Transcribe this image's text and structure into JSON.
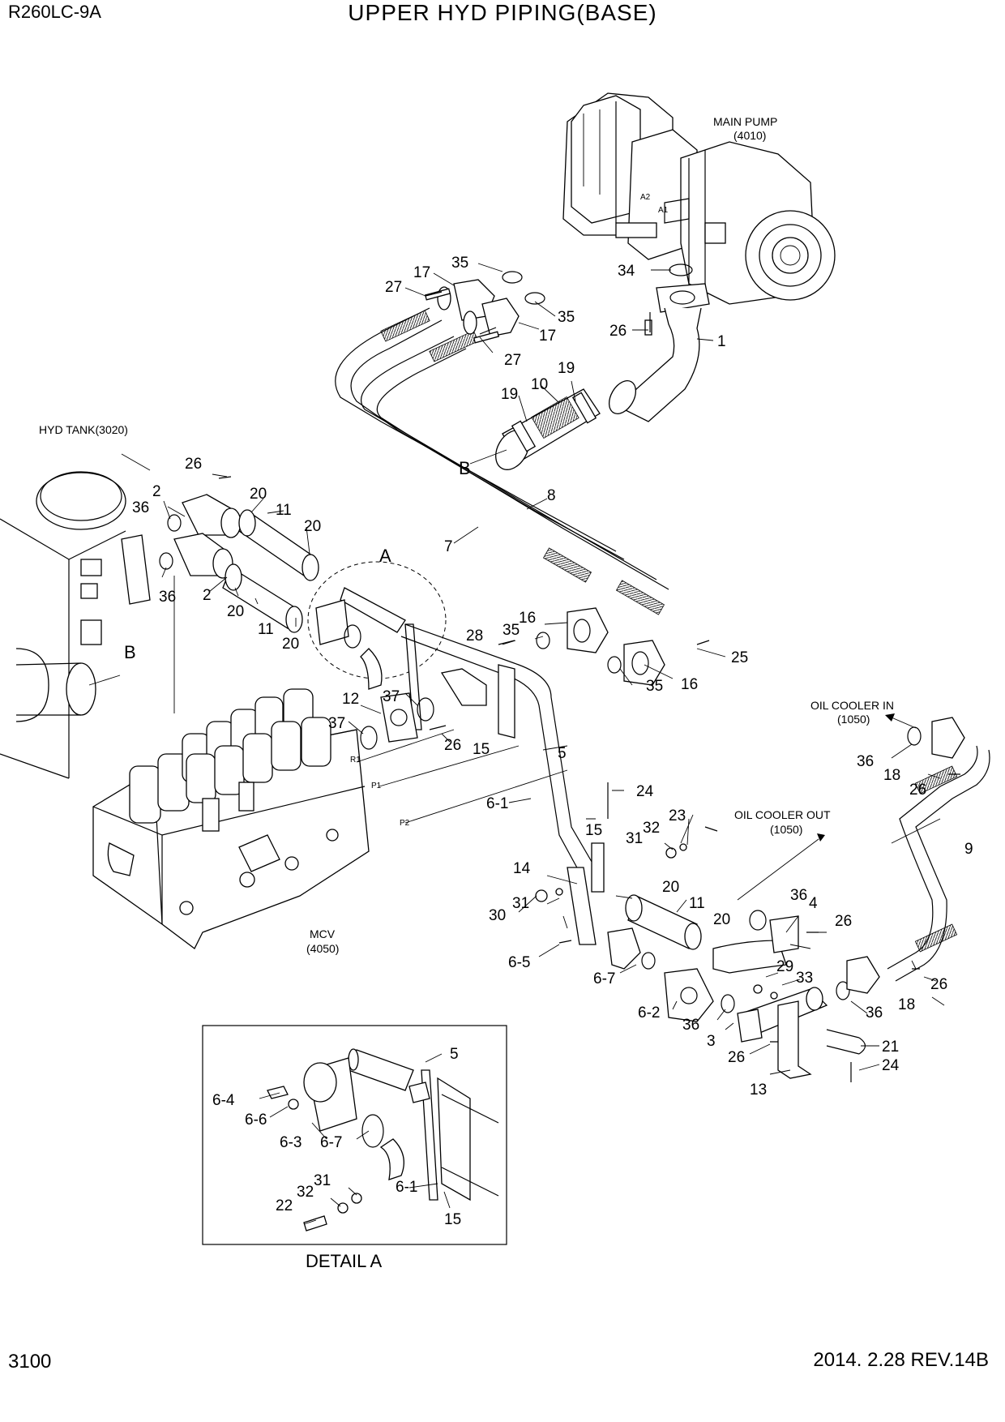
{
  "header": {
    "model": "R260LC-9A",
    "title": "UPPER HYD PIPING(BASE)"
  },
  "footer": {
    "page_number": "3100",
    "date_rev": "2014. 2.28  REV.14B"
  },
  "components": {
    "main_pump": "MAIN PUMP",
    "main_pump_ref": "(4010)",
    "hyd_tank": "HYD TANK(3020)",
    "mcv": "MCV",
    "mcv_ref": "(4050)",
    "oil_cooler_in": "OIL COOLER IN",
    "oil_cooler_in_ref": "(1050)",
    "oil_cooler_out": "OIL COOLER OUT",
    "oil_cooler_out_ref": "(1050)",
    "port_a2": "A2",
    "port_a1": "A1",
    "port_r1": "R1",
    "port_p1": "P1",
    "port_p2": "P2",
    "detail_a_label": "DETAIL A",
    "detail_marker": "A"
  },
  "callouts": [
    {
      "id": "c-35a",
      "text": "35"
    },
    {
      "id": "c-17a",
      "text": "17"
    },
    {
      "id": "c-27a",
      "text": "27"
    },
    {
      "id": "c-35b",
      "text": "35"
    },
    {
      "id": "c-17b",
      "text": "17"
    },
    {
      "id": "c-27b",
      "text": "27"
    },
    {
      "id": "c-34",
      "text": "34"
    },
    {
      "id": "c-26a",
      "text": "26"
    },
    {
      "id": "c-1",
      "text": "1"
    },
    {
      "id": "c-19a",
      "text": "19"
    },
    {
      "id": "c-10",
      "text": "10"
    },
    {
      "id": "c-19b",
      "text": "19"
    },
    {
      "id": "c-B1",
      "text": "B"
    },
    {
      "id": "c-8",
      "text": "8"
    },
    {
      "id": "c-7",
      "text": "7"
    },
    {
      "id": "c-26b",
      "text": "26"
    },
    {
      "id": "c-2a",
      "text": "2"
    },
    {
      "id": "c-36a",
      "text": "36"
    },
    {
      "id": "c-20a",
      "text": "20"
    },
    {
      "id": "c-11a",
      "text": "11"
    },
    {
      "id": "c-20b",
      "text": "20"
    },
    {
      "id": "c-36b",
      "text": "36"
    },
    {
      "id": "c-2b",
      "text": "2"
    },
    {
      "id": "c-20c",
      "text": "20"
    },
    {
      "id": "c-11b",
      "text": "11"
    },
    {
      "id": "c-20d",
      "text": "20"
    },
    {
      "id": "c-B2",
      "text": "B"
    },
    {
      "id": "c-16a",
      "text": "16"
    },
    {
      "id": "c-28",
      "text": "28"
    },
    {
      "id": "c-35c",
      "text": "35"
    },
    {
      "id": "c-25",
      "text": "25"
    },
    {
      "id": "c-35d",
      "text": "35"
    },
    {
      "id": "c-16b",
      "text": "16"
    },
    {
      "id": "c-12",
      "text": "12"
    },
    {
      "id": "c-37a",
      "text": "37"
    },
    {
      "id": "c-37b",
      "text": "37"
    },
    {
      "id": "c-26c",
      "text": "26"
    },
    {
      "id": "c-15a",
      "text": "15"
    },
    {
      "id": "c-5",
      "text": "5"
    },
    {
      "id": "c-6-1",
      "text": "6-1"
    },
    {
      "id": "c-24a",
      "text": "24"
    },
    {
      "id": "c-23",
      "text": "23"
    },
    {
      "id": "c-32a",
      "text": "32"
    },
    {
      "id": "c-31a",
      "text": "31"
    },
    {
      "id": "c-15b",
      "text": "15"
    },
    {
      "id": "c-14",
      "text": "14"
    },
    {
      "id": "c-20e",
      "text": "20"
    },
    {
      "id": "c-11c",
      "text": "11"
    },
    {
      "id": "c-20f",
      "text": "20"
    },
    {
      "id": "c-31b",
      "text": "31"
    },
    {
      "id": "c-30",
      "text": "30"
    },
    {
      "id": "c-6-5a",
      "text": "6-5"
    },
    {
      "id": "c-6-7a",
      "text": "6-7"
    },
    {
      "id": "c-6-2",
      "text": "6-2"
    },
    {
      "id": "c-36c",
      "text": "36"
    },
    {
      "id": "c-4",
      "text": "4"
    },
    {
      "id": "c-26d",
      "text": "26"
    },
    {
      "id": "c-29",
      "text": "29"
    },
    {
      "id": "c-33",
      "text": "33"
    },
    {
      "id": "c-36d",
      "text": "36"
    },
    {
      "id": "c-36e",
      "text": "36"
    },
    {
      "id": "c-3",
      "text": "3"
    },
    {
      "id": "c-26e",
      "text": "26"
    },
    {
      "id": "c-21",
      "text": "21"
    },
    {
      "id": "c-24b",
      "text": "24"
    },
    {
      "id": "c-13",
      "text": "13"
    },
    {
      "id": "c-36f",
      "text": "36"
    },
    {
      "id": "c-18a",
      "text": "18"
    },
    {
      "id": "c-26f",
      "text": "26"
    },
    {
      "id": "c-9",
      "text": "9"
    },
    {
      "id": "c-18b",
      "text": "18"
    },
    {
      "id": "c-26g",
      "text": "26"
    },
    {
      "id": "d-5",
      "text": "5"
    },
    {
      "id": "d-6-4",
      "text": "6-4"
    },
    {
      "id": "d-6-6",
      "text": "6-6"
    },
    {
      "id": "d-6-3",
      "text": "6-3"
    },
    {
      "id": "d-6-7",
      "text": "6-7"
    },
    {
      "id": "d-31",
      "text": "31"
    },
    {
      "id": "d-32",
      "text": "32"
    },
    {
      "id": "d-22",
      "text": "22"
    },
    {
      "id": "d-6-1",
      "text": "6-1"
    },
    {
      "id": "d-15",
      "text": "15"
    }
  ]
}
